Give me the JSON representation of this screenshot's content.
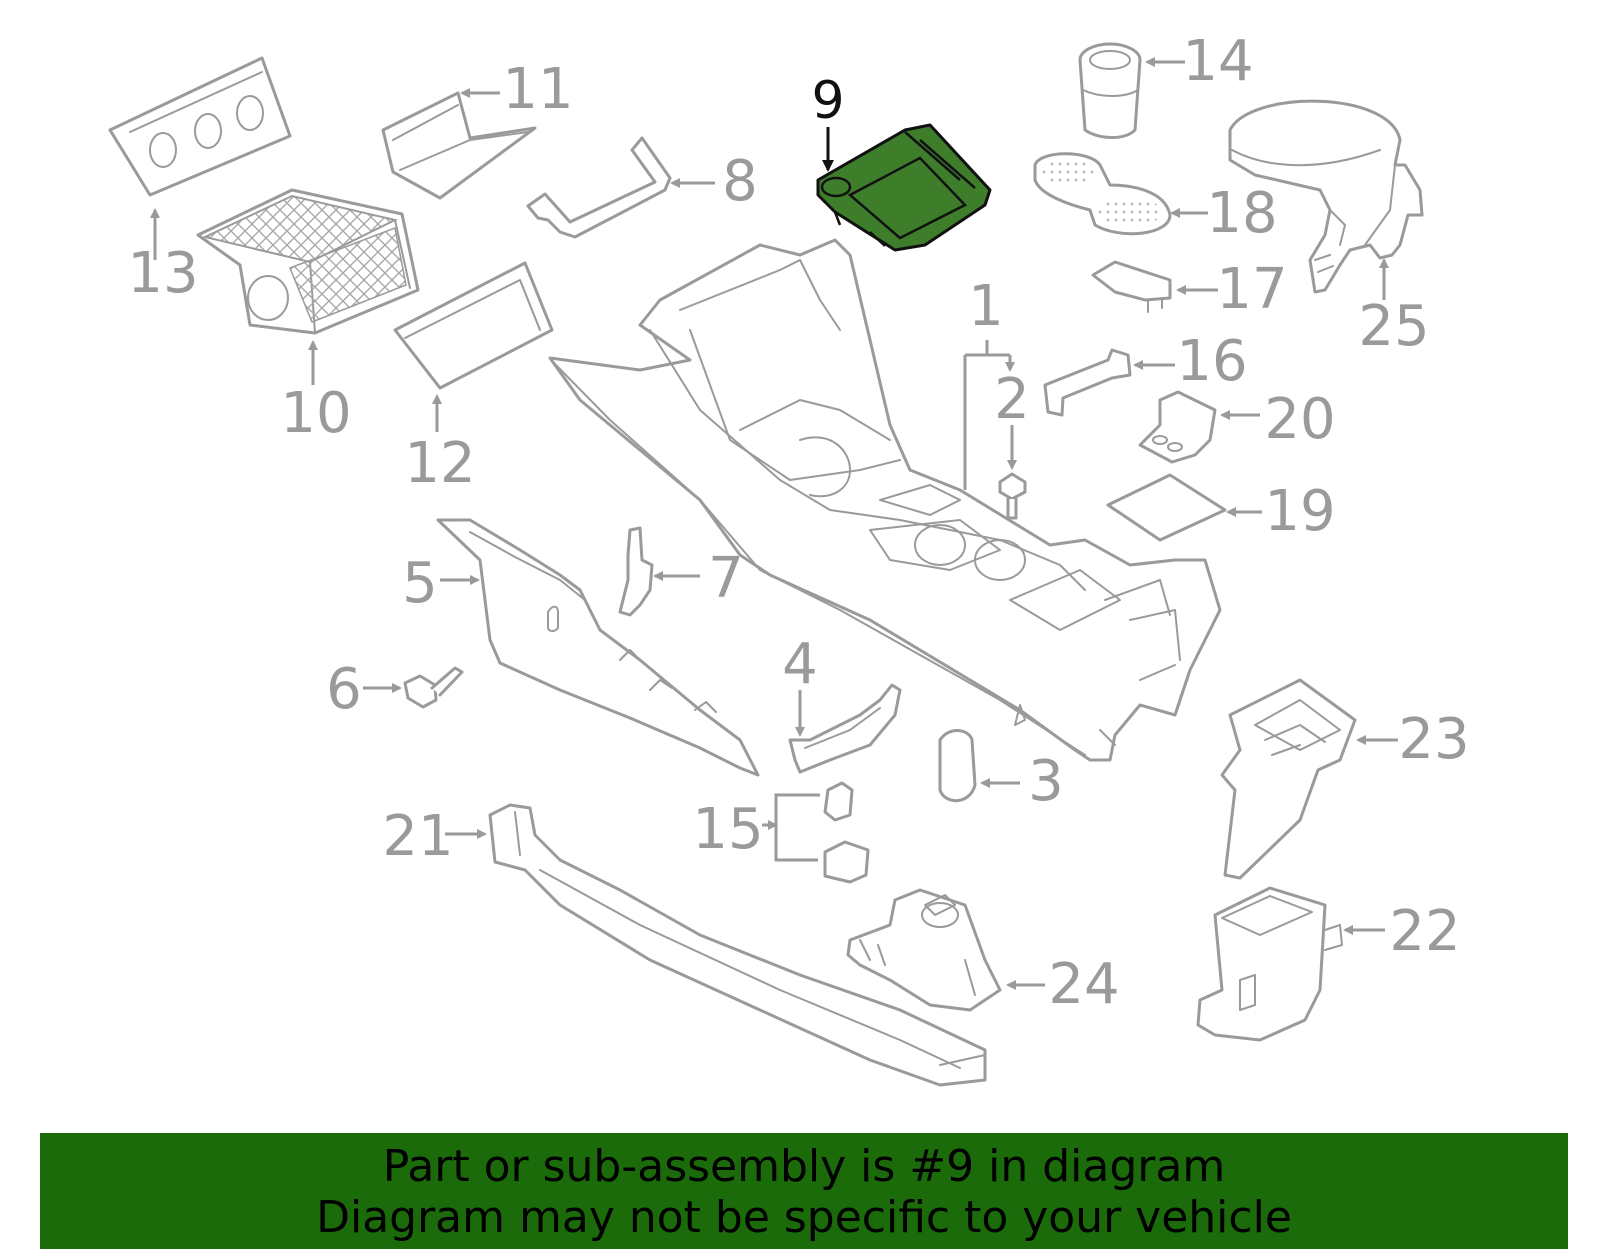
{
  "banner": {
    "line1": "Part or sub-assembly is #9 in diagram",
    "line2": "Diagram may not be specific to your vehicle",
    "background": "#1b6b0b"
  },
  "diagram": {
    "highlight_color": "#3e7e2a",
    "line_color": "#9a9a9a",
    "highlighted_part": "9",
    "callouts": {
      "c1": "1",
      "c2": "2",
      "c3": "3",
      "c4": "4",
      "c5": "5",
      "c6": "6",
      "c7": "7",
      "c8": "8",
      "c9": "9",
      "c10": "10",
      "c11": "11",
      "c12": "12",
      "c13": "13",
      "c14": "14",
      "c15": "15",
      "c16": "16",
      "c17": "17",
      "c18": "18",
      "c19": "19",
      "c20": "20",
      "c21": "21",
      "c22": "22",
      "c23": "23",
      "c24": "24",
      "c25": "25"
    }
  }
}
